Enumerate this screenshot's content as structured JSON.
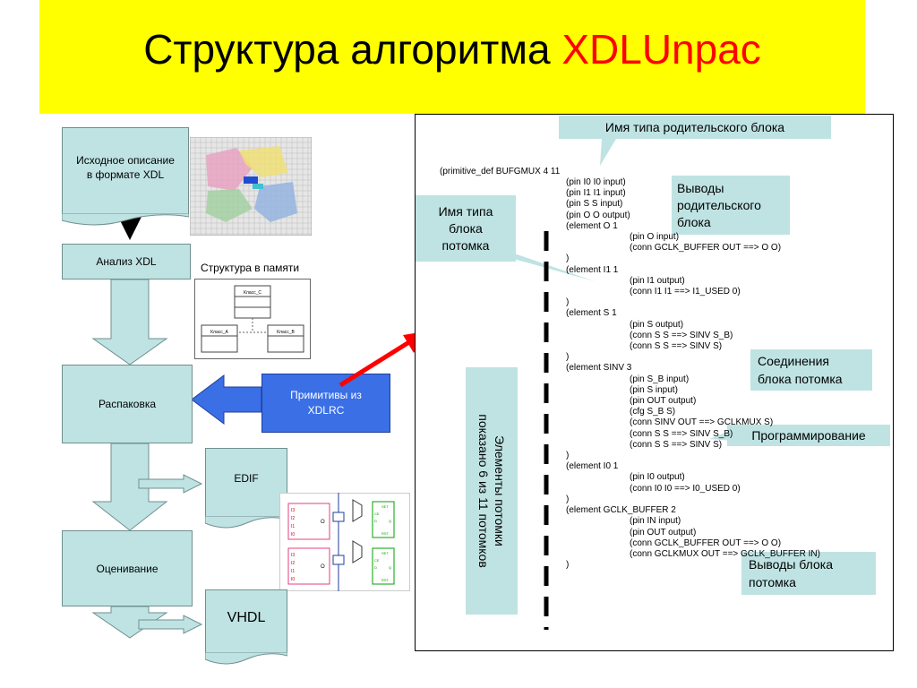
{
  "title": {
    "main": "Структура алгоритма ",
    "accent": "XDLUnpac"
  },
  "flow": {
    "source": "Исходное описание\nв формате XDL",
    "analysis": "Анализ XDL",
    "memory_label": "Структура в памяти",
    "unpack": "Распаковка",
    "primitives": "Примитивы из\nXDLRC",
    "edif": "EDIF",
    "evaluation": "Оценивание",
    "vhdl": "VHDL"
  },
  "memory_diagram": {
    "class_c": "Класс_С",
    "class_a": "Класс_А",
    "class_b": "Класс_В"
  },
  "schematic": {
    "inputs_top": [
      "I3",
      "I2",
      "I1",
      "I0"
    ],
    "inputs_bottom": [
      "I3",
      "I2",
      "I1",
      "I0"
    ],
    "output": "O",
    "ff_labels": [
      "SET",
      "CE",
      "D",
      "Q",
      "RST"
    ]
  },
  "callouts": {
    "parent_type": "Имя типа родительского блока",
    "child_type": "Имя типа\nблока\nпотомка",
    "parent_pins": "Выводы\nродительского\nблока",
    "child_conn": "Соединения\nблока потомка",
    "programming": "Программирование",
    "child_pins": "Выводы блока\nпотомка"
  },
  "vertical_note": "Элементы потомки\nпоказано 6 из 11 потомков",
  "code": {
    "header": "(primitive_def BUFGMUX 4 11",
    "lines": [
      {
        "indent": 1,
        "text": "(pin I0 I0 input)"
      },
      {
        "indent": 1,
        "text": "(pin I1 I1 input)"
      },
      {
        "indent": 1,
        "text": "(pin S S input)"
      },
      {
        "indent": 1,
        "text": "(pin O O output)"
      },
      {
        "indent": 1,
        "text": "(element O 1"
      },
      {
        "indent": 2,
        "text": "(pin O input)"
      },
      {
        "indent": 2,
        "text": "(conn GCLK_BUFFER OUT ==> O O)"
      },
      {
        "indent": 1,
        "text": ")"
      },
      {
        "indent": 1,
        "text": "(element I1 1"
      },
      {
        "indent": 2,
        "text": "(pin I1 output)"
      },
      {
        "indent": 2,
        "text": "(conn I1 I1 ==> I1_USED 0)"
      },
      {
        "indent": 1,
        "text": ")"
      },
      {
        "indent": 1,
        "text": "(element S 1"
      },
      {
        "indent": 2,
        "text": "(pin S output)"
      },
      {
        "indent": 2,
        "text": "(conn S S ==> SINV S_B)"
      },
      {
        "indent": 2,
        "text": "(conn S S ==> SINV S)"
      },
      {
        "indent": 1,
        "text": ")"
      },
      {
        "indent": 1,
        "text": "(element SINV 3"
      },
      {
        "indent": 2,
        "text": "(pin S_B input)"
      },
      {
        "indent": 2,
        "text": "(pin S input)"
      },
      {
        "indent": 2,
        "text": "(pin OUT output)"
      },
      {
        "indent": 2,
        "text": "(cfg S_B S)"
      },
      {
        "indent": 2,
        "text": "(conn SINV OUT ==> GCLKMUX S)"
      },
      {
        "indent": 2,
        "text": "(conn S S ==> SINV S_B)"
      },
      {
        "indent": 2,
        "text": "(conn S S ==> SINV S)"
      },
      {
        "indent": 1,
        "text": ")"
      },
      {
        "indent": 1,
        "text": "(element I0 1"
      },
      {
        "indent": 2,
        "text": "(pin I0 output)"
      },
      {
        "indent": 2,
        "text": "(conn I0 I0 ==> I0_USED 0)"
      },
      {
        "indent": 1,
        "text": ")"
      },
      {
        "indent": 1,
        "text": "(element GCLK_BUFFER 2"
      },
      {
        "indent": 2,
        "text": "(pin IN input)"
      },
      {
        "indent": 2,
        "text": "(pin OUT output)"
      },
      {
        "indent": 2,
        "text": "(conn GCLK_BUFFER OUT ==> O O)"
      },
      {
        "indent": 2,
        "text": "(conn GCLKMUX OUT ==> GCLK_BUFFER IN)"
      },
      {
        "indent": 1,
        "text": ")"
      }
    ]
  },
  "colors": {
    "title_bg": "#ffff00",
    "accent": "#ff0000",
    "box": "#bfe3e3",
    "primitive_box": "#3a6fe6",
    "arrow_red": "#ff0000",
    "schematic_green": "#00a000"
  }
}
